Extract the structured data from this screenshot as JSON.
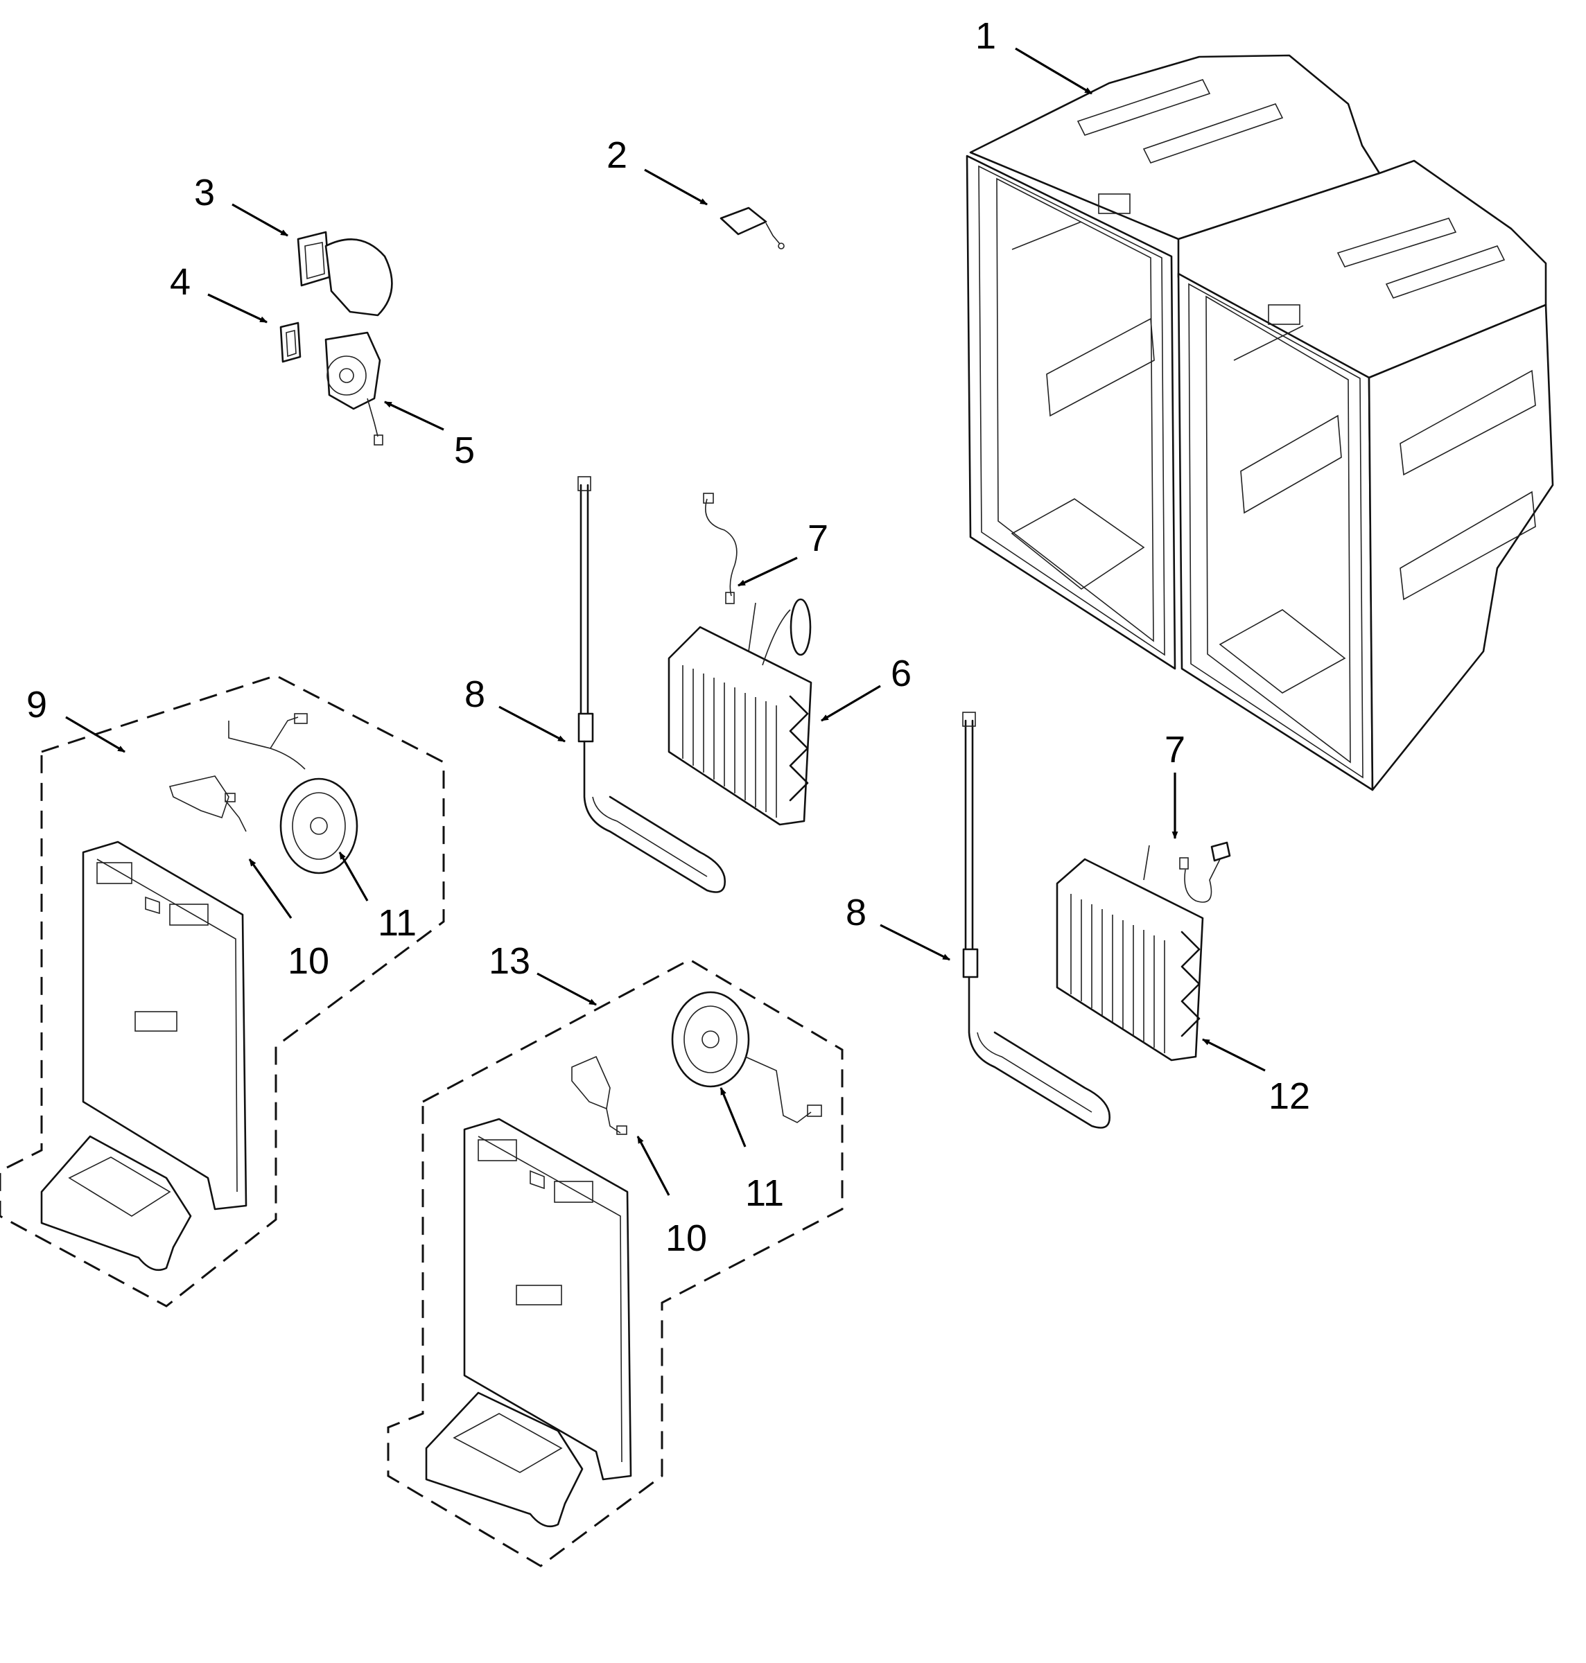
{
  "callouts": {
    "c1": "1",
    "c2": "2",
    "c3": "3",
    "c4": "4",
    "c5": "5",
    "c6": "6",
    "c7a": "7",
    "c7b": "7",
    "c8a": "8",
    "c8b": "8",
    "c9": "9",
    "c10a": "10",
    "c10b": "10",
    "c11a": "11",
    "c11b": "11",
    "c12": "12",
    "c13": "13"
  }
}
